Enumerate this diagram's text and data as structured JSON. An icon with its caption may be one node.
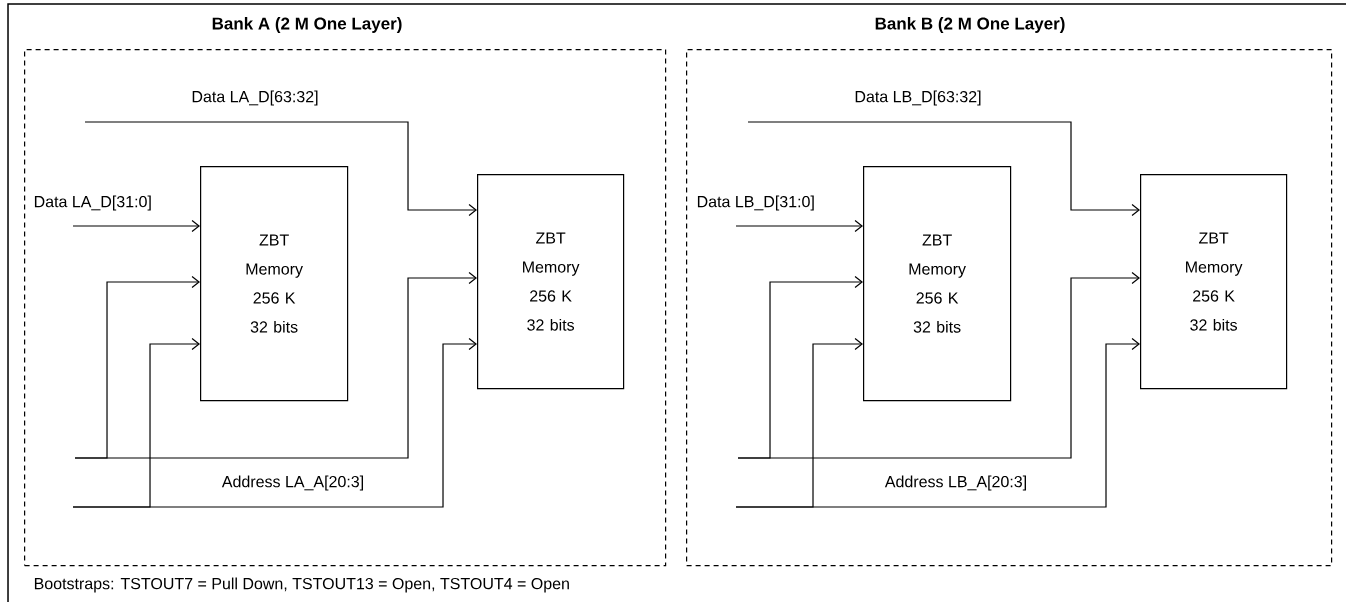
{
  "diagram": {
    "nodes": [
      {
        "text": [
          "Bank A (2 M One Layer)"
        ]
      },
      {
        "text": [
          "ZBT Memory 256 K 32 bits"
        ],
        "in": 0
      },
      {
        "text": [
          "ZBT Memory 256 K 32 bits"
        ],
        "in": 0
      },
      {
        "text": [
          "Bank B (2 M One Layer)"
        ]
      },
      {
        "text": [
          "ZBT Memory 256 K 32 bits"
        ],
        "in": 3
      },
      {
        "text": [
          "ZBT Memory 256 K 32 bits"
        ],
        "in": 3
      }
    ],
    "edges": [
      {
        "from": null,
        "to": 2,
        "arrow": "to",
        "label": "Data LA_D[63:32]"
      },
      {
        "from": null,
        "to": 1,
        "arrow": "to",
        "label": "Data LA_D[31:0]"
      },
      {
        "from": null,
        "to": 2,
        "arrow": "to"
      },
      {
        "from": null,
        "to": 1,
        "arrow": "to"
      },
      {
        "from": null,
        "to": 2,
        "arrow": "to"
      },
      {
        "from": null,
        "to": 1,
        "arrow": "to"
      },
      {
        "from": null,
        "to": 5,
        "arrow": "to",
        "label": "Data LB_D[63:32]"
      },
      {
        "from": null,
        "to": 4,
        "arrow": "to",
        "label": "Data LB_D[31:0]"
      },
      {
        "from": null,
        "to": 5,
        "arrow": "to"
      },
      {
        "from": null,
        "to": 4,
        "arrow": "to"
      },
      {
        "from": null,
        "to": 5,
        "arrow": "to"
      },
      {
        "from": null,
        "to": 4,
        "arrow": "to"
      }
    ],
    "labels": [
      "Address LA_A[20:3]",
      "Address LB_A[20:3]",
      "Bootstraps: TSTOUT7 = Pull Down, TSTOUT13 = Open, TSTOUT4 = Open"
    ]
  }
}
